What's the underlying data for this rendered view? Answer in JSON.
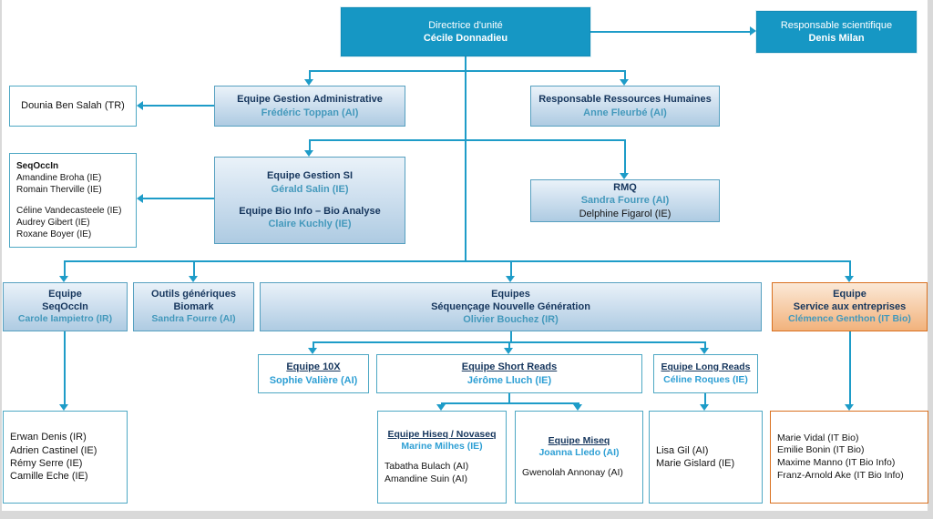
{
  "colors": {
    "teal_box": "#1697c4",
    "light_box_border": "#56a0c0",
    "orange_border": "#d9701f",
    "navy_text": "#16365d",
    "teal_name_text": "#4499bc",
    "blue_name_text": "#2e9fd4",
    "connector": "#1e9cc8"
  },
  "nodes": {
    "director": {
      "title": "Directrice d'unité",
      "name": "Cécile Donnadieu"
    },
    "scientific": {
      "title": "Responsable scientifique",
      "name": "Denis Milan"
    },
    "dounia": {
      "member": "Dounia Ben Salah (TR)"
    },
    "admin_team": {
      "title": "Equipe Gestion Administrative",
      "name": "Frédéric Toppan (AI)"
    },
    "hr": {
      "title": "Responsable Ressources Humaines",
      "name": "Anne Fleurbé (AI)"
    },
    "seqoccin_staff": {
      "header": "SeqOccIn",
      "group1": [
        "Amandine Broha (IE)",
        "Romain Therville (IE)"
      ],
      "group2": [
        "Céline Vandecasteele (IE)",
        "Audrey Gibert (IE)",
        "Roxane Boyer (IE)"
      ]
    },
    "gestion_si": {
      "title1": "Equipe Gestion SI",
      "name1": "Gérald Salin (IE)",
      "title2": "Equipe Bio Info – Bio Analyse",
      "name2": "Claire Kuchly (IE)"
    },
    "rmq": {
      "title": "RMQ",
      "name": "Sandra Fourre (AI)",
      "member": "Delphine Figarol (IE)"
    },
    "team_seqoccin": {
      "title": "Equipe\nSeqOccIn",
      "name": "Carole Iampietro (IR)"
    },
    "outils": {
      "title": "Outils génériques\nBiomark",
      "name": "Sandra Fourre (AI)"
    },
    "sng": {
      "title": "Equipes\nSéquençage Nouvelle Génération",
      "name": "Olivier Bouchez (IR)"
    },
    "service": {
      "title": "Equipe\nService aux entreprises",
      "name": "Clémence Genthon (IT Bio)"
    },
    "t10x": {
      "title": "Equipe 10X",
      "name": "Sophie Valière (AI)"
    },
    "short_reads": {
      "title": "Equipe Short Reads",
      "name": "Jérôme Lluch (IE)"
    },
    "long_reads": {
      "title": "Equipe Long Reads",
      "name": "Céline Roques (IE)"
    },
    "erwan_team": {
      "members": [
        "Erwan Denis (IR)",
        "Adrien Castinel (IE)",
        "Rémy Serre (IE)",
        "Camille Eche (IE)"
      ]
    },
    "hiseq": {
      "title": "Equipe Hiseq / Novaseq",
      "name": "Marine Milhes (IE)",
      "members": [
        "Tabatha Bulach (AI)",
        "Amandine Suin (AI)"
      ]
    },
    "miseq": {
      "title": "Equipe Miseq",
      "name": "Joanna Lledo (AI)",
      "members": [
        "Gwenolah Annonay (AI)"
      ]
    },
    "lisa_team": {
      "members": [
        "Lisa Gil (AI)",
        "Marie Gislard (IE)"
      ]
    },
    "vidal_team": {
      "members": [
        "Marie Vidal (IT Bio)",
        "Emilie Bonin (IT Bio)",
        "Maxime Manno (IT Bio Info)",
        "Franz-Arnold Ake (IT Bio Info)"
      ]
    }
  }
}
